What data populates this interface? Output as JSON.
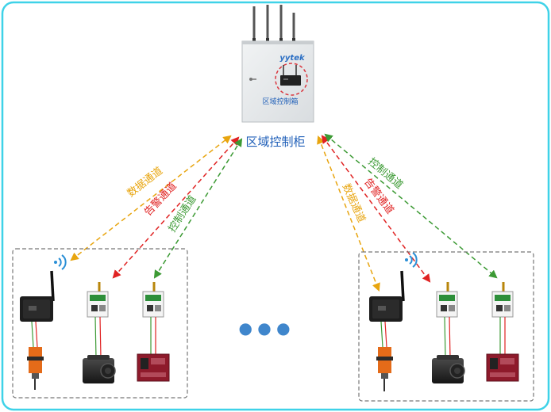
{
  "cabinet": {
    "brand": "yytek",
    "caption": "区域控制箱",
    "label": "区域控制柜"
  },
  "channels": {
    "data": "数据通道",
    "alarm": "告警通道",
    "control": "控制通道"
  },
  "ellipsis": "● ● ●",
  "colors": {
    "frame": "#3fd2e8",
    "data": "#e8a50f",
    "alarm": "#e02222",
    "control": "#3c9a34",
    "title": "#1f5fb8"
  }
}
